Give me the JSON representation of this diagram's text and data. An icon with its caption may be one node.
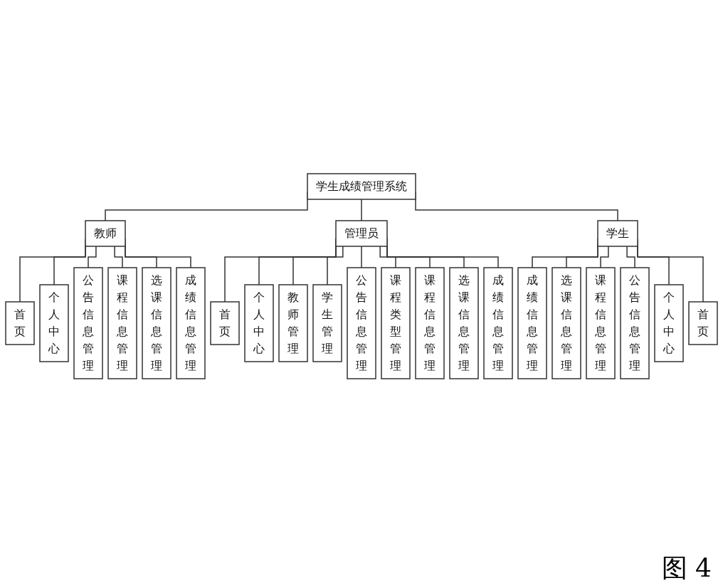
{
  "diagram": {
    "nodes": [
      {
        "text": [
          "学生成绩管理系统"
        ]
      },
      {
        "text": [
          "管理员"
        ]
      },
      {
        "text": [
          "首页"
        ]
      },
      {
        "text": [
          "个人中心"
        ]
      },
      {
        "text": [
          "教师管理"
        ]
      },
      {
        "text": [
          "学生管理"
        ]
      },
      {
        "text": [
          "公告信息管理"
        ]
      },
      {
        "text": [
          "课程类型管理"
        ]
      },
      {
        "text": [
          "课程信息管理"
        ]
      },
      {
        "text": [
          "选课信息管理"
        ]
      },
      {
        "text": [
          "成绩信息管理"
        ]
      },
      {
        "text": [
          "教师"
        ]
      },
      {
        "text": [
          "学生"
        ]
      },
      {
        "text": [
          "首页"
        ]
      },
      {
        "text": [
          "个人中心"
        ]
      },
      {
        "text": [
          "公告信息管理"
        ]
      },
      {
        "text": [
          "课程信息管理"
        ]
      },
      {
        "text": [
          "选课信息管理"
        ]
      },
      {
        "text": [
          "成绩信息管理"
        ]
      },
      {
        "text": [
          "成绩信息管理"
        ]
      },
      {
        "text": [
          "选课信息管理"
        ]
      },
      {
        "text": [
          "课程信息管理"
        ]
      },
      {
        "text": [
          "公告信息管理"
        ]
      },
      {
        "text": [
          "个人中心"
        ]
      },
      {
        "text": [
          "首页"
        ]
      }
    ],
    "edges": [
      {
        "from": 0,
        "to": 11,
        "arrow": "none"
      },
      {
        "from": 0,
        "to": 1,
        "arrow": "none"
      },
      {
        "from": 0,
        "to": 12,
        "arrow": "none"
      },
      {
        "from": 1,
        "to": 2,
        "arrow": "none"
      },
      {
        "from": 1,
        "to": 3,
        "arrow": "none"
      },
      {
        "from": 1,
        "to": 4,
        "arrow": "none"
      },
      {
        "from": 1,
        "to": 5,
        "arrow": "none"
      },
      {
        "from": 1,
        "to": 6,
        "arrow": "none"
      },
      {
        "from": 1,
        "to": 7,
        "arrow": "none"
      },
      {
        "from": 1,
        "to": 8,
        "arrow": "none"
      },
      {
        "from": 1,
        "to": 9,
        "arrow": "none"
      },
      {
        "from": 1,
        "to": 10,
        "arrow": "none"
      },
      {
        "from": 11,
        "to": 13,
        "arrow": "none"
      },
      {
        "from": 11,
        "to": 14,
        "arrow": "none"
      },
      {
        "from": 11,
        "to": 15,
        "arrow": "none"
      },
      {
        "from": 11,
        "to": 16,
        "arrow": "none"
      },
      {
        "from": 11,
        "to": 17,
        "arrow": "none"
      },
      {
        "from": 11,
        "to": 18,
        "arrow": "none"
      },
      {
        "from": 12,
        "to": 19,
        "arrow": "none"
      },
      {
        "from": 12,
        "to": 20,
        "arrow": "none"
      },
      {
        "from": 12,
        "to": 21,
        "arrow": "none"
      },
      {
        "from": 12,
        "to": 22,
        "arrow": "none"
      },
      {
        "from": 12,
        "to": 23,
        "arrow": "none"
      },
      {
        "from": 12,
        "to": 24,
        "arrow": "none"
      }
    ],
    "labels": [
      "图 4"
    ]
  }
}
